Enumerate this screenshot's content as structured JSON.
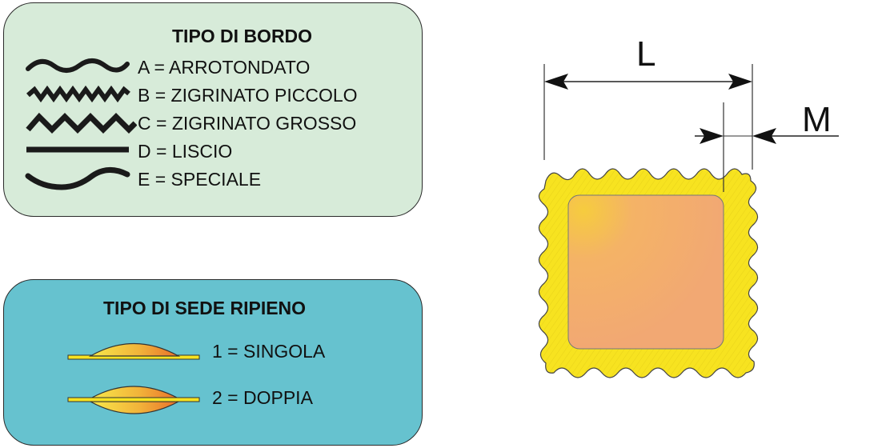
{
  "edge_panel": {
    "title": "TIPO DI BORDO",
    "items": [
      {
        "label": "A = ARROTONDATO",
        "icon": "rounded-wave-icon"
      },
      {
        "label": "B = ZIGRINATO PICCOLO",
        "icon": "small-zigzag-icon"
      },
      {
        "label": "C = ZIGRINATO GROSSO",
        "icon": "large-zigzag-icon"
      },
      {
        "label": "D = LISCIO",
        "icon": "straight-line-icon"
      },
      {
        "label": "E = SPECIALE",
        "icon": "special-curve-icon"
      }
    ]
  },
  "filling_panel": {
    "title": "TIPO DI SEDE RIPIENO",
    "items": [
      {
        "label": "1 = SINGOLA",
        "icon": "single-pocket-icon"
      },
      {
        "label": "2 = DOPPIA",
        "icon": "double-pocket-icon"
      }
    ]
  },
  "dimensions": {
    "length_label": "L",
    "margin_label": "M"
  },
  "colors": {
    "edge_panel_bg": "#d7ebd9",
    "filling_panel_bg": "#66c2cf",
    "pasta_yellow": "#f7e320",
    "filling_orange": "#f2a873"
  }
}
